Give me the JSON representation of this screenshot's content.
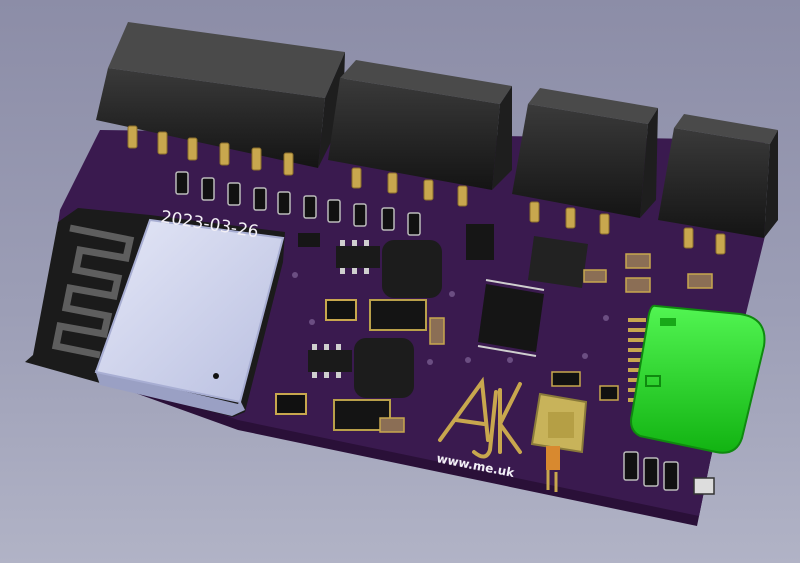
{
  "viewer": {
    "background_top": "#8c8da7",
    "background_bottom": "#b1b3c6"
  },
  "pcb": {
    "soldermask_color": "#3a1a4f",
    "soldermask_edge_color": "#2a1038",
    "silkscreen_color": "#f3f0f6",
    "silkscreen": {
      "date": "2023-03-26",
      "url": "www.me.uk",
      "logo_text": "AJK"
    }
  },
  "components": {
    "wifi_module": {
      "shield_color": "#cfd4ee",
      "antenna": "pcb-trace-antenna-icon"
    },
    "usb_c_connector": {
      "color": "#22dd22"
    },
    "connectors": [
      "6-pin-header",
      "4-pin-header",
      "3-pin-header",
      "2-pin-header"
    ],
    "tactile_switch": {
      "color": "#c8b35a"
    },
    "gold_color": "#c8a74e"
  }
}
